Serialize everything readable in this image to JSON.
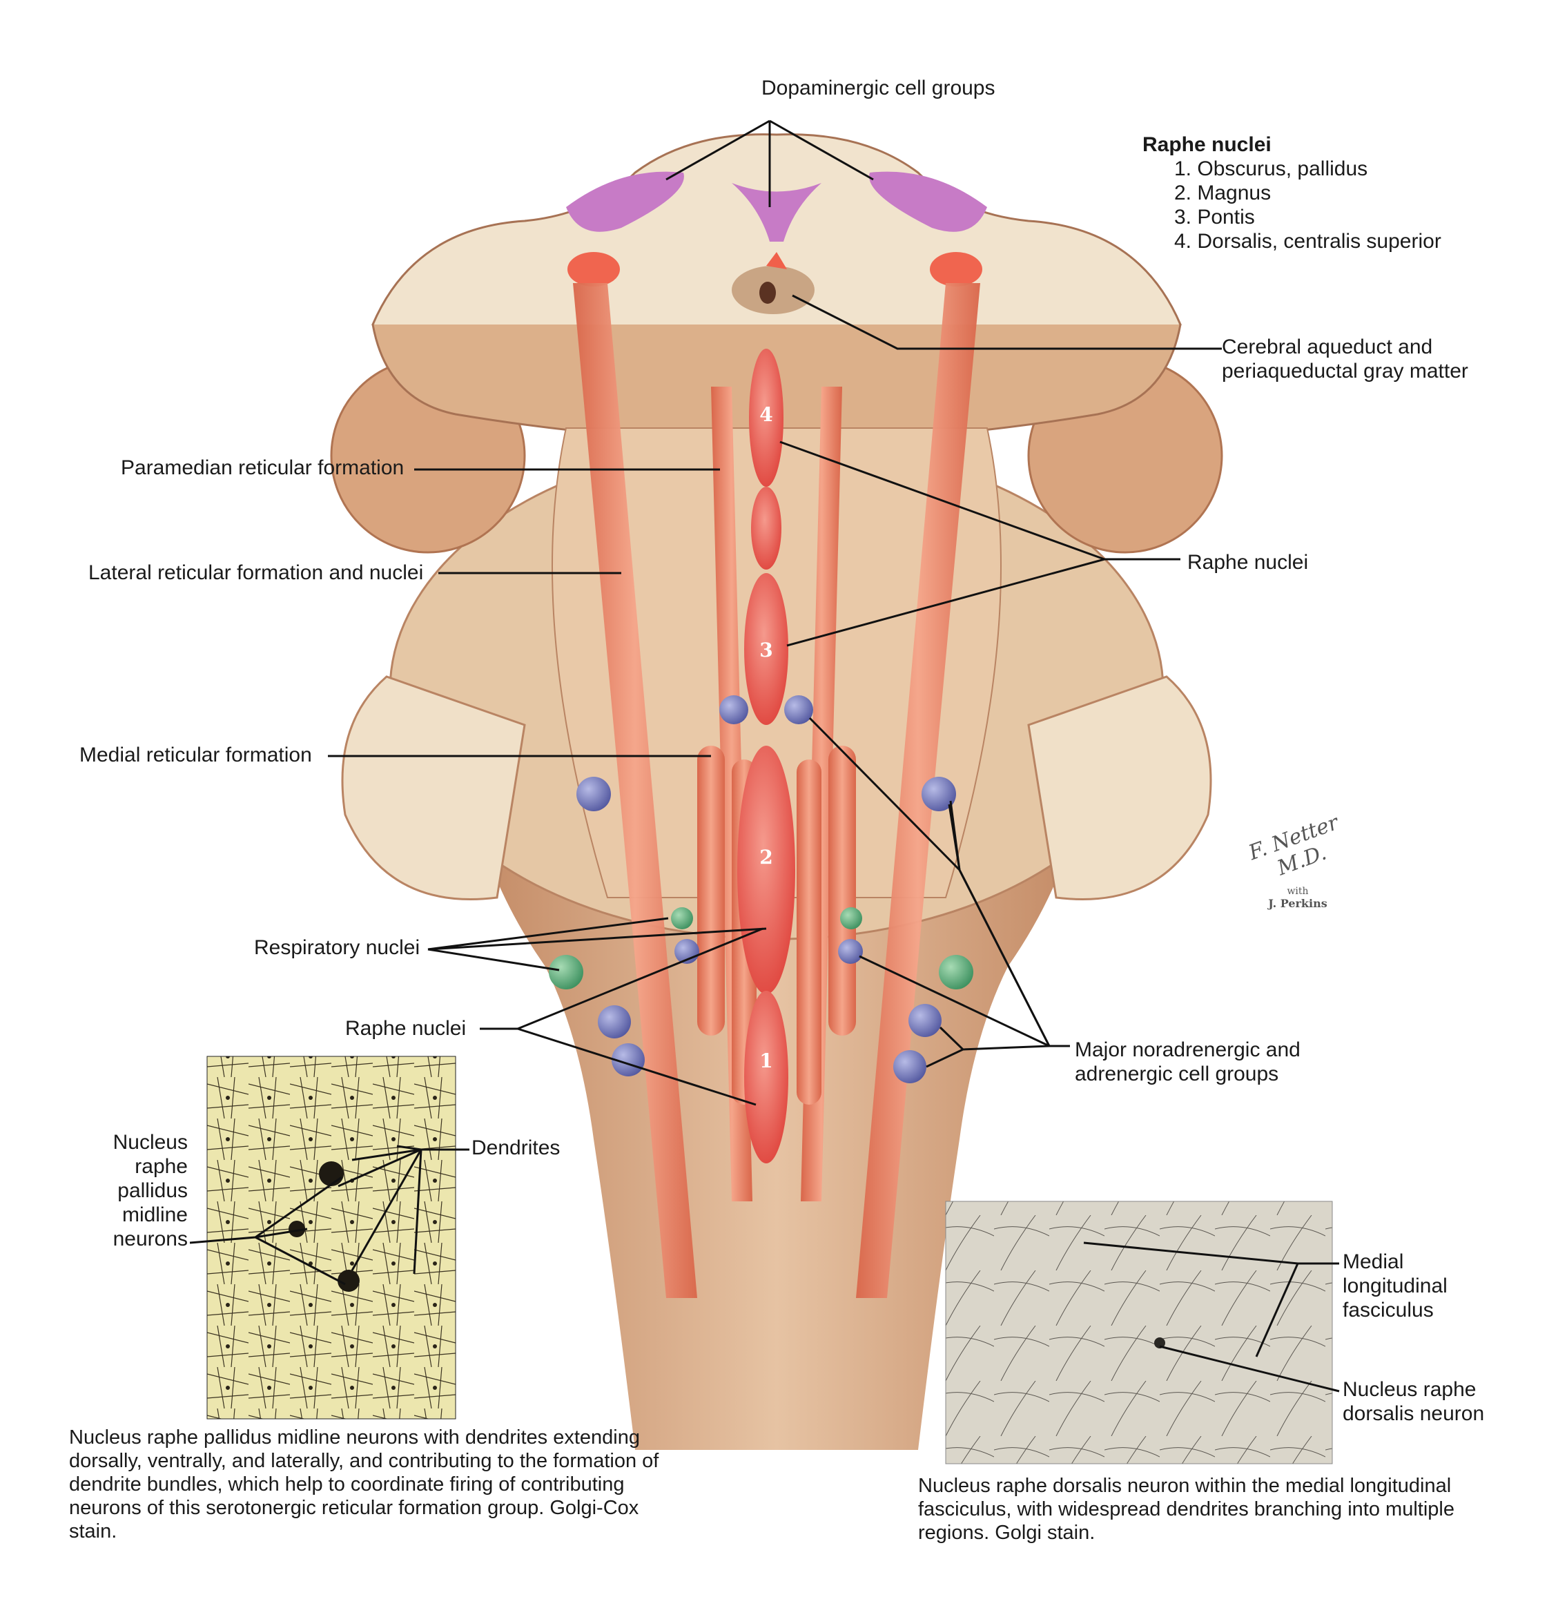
{
  "legend": {
    "title": "Raphe nuclei",
    "items": [
      "1. Obscurus, pallidus",
      "2. Magnus",
      "3. Pontis",
      "4. Dorsalis, centralis superior"
    ]
  },
  "labels": {
    "dopaminergic": "Dopaminergic cell groups",
    "aqueduct_1": "Cerebral aqueduct and",
    "aqueduct_2": "periaqueductal gray matter",
    "paramedian": "Paramedian reticular formation",
    "lateral": "Lateral reticular formation and nuclei",
    "raphe_right": "Raphe nuclei",
    "medial": "Medial reticular formation",
    "respiratory": "Respiratory nuclei",
    "raphe_left": "Raphe nuclei",
    "noradrenergic_1": "Major noradrenergic and",
    "noradrenergic_2": "adrenergic cell groups",
    "nucleus_raphe_pallidus": [
      "Nucleus",
      "raphe",
      "pallidus",
      "midline",
      "neurons"
    ],
    "dendrites": "Dendrites",
    "mlf": [
      "Medial",
      "longitudinal",
      "fasciculus"
    ],
    "nrd_neuron": [
      "Nucleus raphe",
      "dorsalis neuron"
    ]
  },
  "raphe_numbers": [
    "4",
    "3",
    "2",
    "1"
  ],
  "signature": {
    "name": "F. Netter M.D.",
    "with": "with",
    "coauthor": "J. Perkins"
  },
  "captions": {
    "left": "Nucleus raphe pallidus midline neurons with dendrites extending dorsally, ventrally, and laterally, and contributing to the formation of dendrite bundles, which help to coordinate firing of contributing neurons of this serotonergic reticular formation group. Golgi-Cox stain.",
    "right": "Nucleus raphe dorsalis neuron within the medial longitudinal fasciculus, with widespread dendrites branching into multiple regions. Golgi stain."
  },
  "colors": {
    "brainstem_light": "#ecdcc4",
    "brainstem_dark": "#c58d66",
    "raphe_red": "#e8574c",
    "dopaminergic_purple": "#c77bc6",
    "noradrenergic_blue": "#6a6fb0",
    "respiratory_green": "#5fa873",
    "micrograph_left": "#e8e2a8",
    "micrograph_right": "#d6d2c6"
  }
}
